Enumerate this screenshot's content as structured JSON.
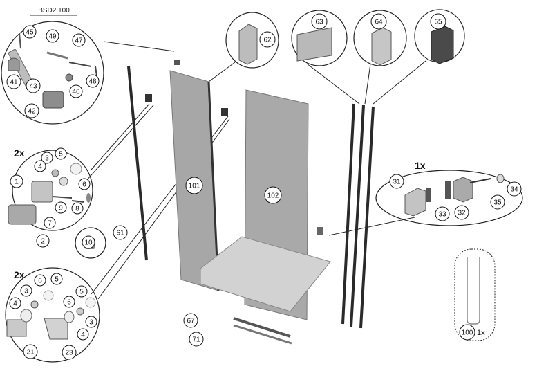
{
  "title": "BSD2 100",
  "multipliers": {
    "hinge_top": "2x",
    "hinge_bottom": "2x",
    "handle_group": "1x",
    "seal_100": "1x"
  },
  "labels": {
    "l45": "45",
    "l49": "49",
    "l47": "47",
    "l41": "41",
    "l43": "43",
    "l46": "46",
    "l48": "48",
    "l42": "42",
    "l62": "62",
    "l63": "63",
    "l64": "64",
    "l65": "65",
    "l3a": "3",
    "l5a": "5",
    "l4a": "4",
    "l6a": "6",
    "l1": "1",
    "l9": "9",
    "l8": "8",
    "l7": "7",
    "l2": "2",
    "l10": "10",
    "l61": "61",
    "l101": "101",
    "l102": "102",
    "l31": "31",
    "l32": "32",
    "l33": "33",
    "l34": "34",
    "l35": "35",
    "l3b": "3",
    "l6b": "6",
    "l5b": "5",
    "l4b": "4",
    "l21": "21",
    "l5c": "5",
    "l6c": "6",
    "l3c": "3",
    "l4c": "4",
    "l23": "23",
    "l67": "67",
    "l71": "71",
    "l100": "100"
  },
  "colors": {
    "glass": "#a7a7a7",
    "glass_edge": "#777777",
    "profile": "#2a2a2a",
    "tray": "#d2d2d2"
  }
}
